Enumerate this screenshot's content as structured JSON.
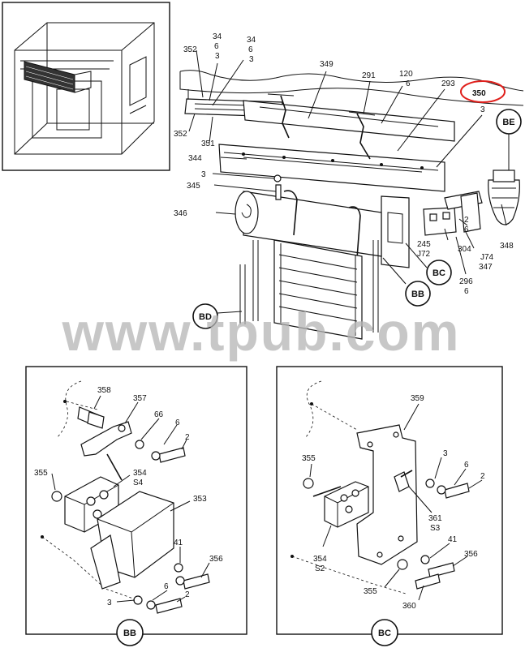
{
  "watermark": "www.tpub.com",
  "callouts": {
    "be": "BE",
    "bc": "BC",
    "bb": "BB",
    "bd": "BD"
  },
  "main_labels": {
    "l352a": "352",
    "l34a": "34",
    "l6a": "6",
    "l3a": "3",
    "l34b": "34",
    "l6b": "6",
    "l3b": "3",
    "l349": "349",
    "l291": "291",
    "l120": "120",
    "l6c": "6",
    "l293": "293",
    "l350": "350",
    "l3c": "3",
    "l352b": "352",
    "l351": "351",
    "l344": "344",
    "l3d": "3",
    "l345": "345",
    "l346": "346",
    "l245": "245",
    "lJ72": "J72",
    "l2a": "2",
    "l6d": "6",
    "l304": "304",
    "lJ74": "J74",
    "l347": "347",
    "l348": "348",
    "l296": "296",
    "l6e": "6"
  },
  "bb_labels": {
    "l358": "358",
    "l357": "357",
    "l66": "66",
    "l6": "6",
    "l2": "2",
    "l355": "355",
    "l354": "354",
    "lS4": "S4",
    "l353": "353",
    "l41": "41",
    "l356": "356",
    "l3": "3",
    "l6b": "6",
    "l2b": "2"
  },
  "bc_labels": {
    "l359": "359",
    "l355a": "355",
    "l3": "3",
    "l6": "6",
    "l2": "2",
    "l361": "361",
    "lS3": "S3",
    "l41": "41",
    "l354": "354",
    "lS2": "S2",
    "l356": "356",
    "l355b": "355",
    "l360": "360"
  },
  "highlight_color": "#e0201c"
}
